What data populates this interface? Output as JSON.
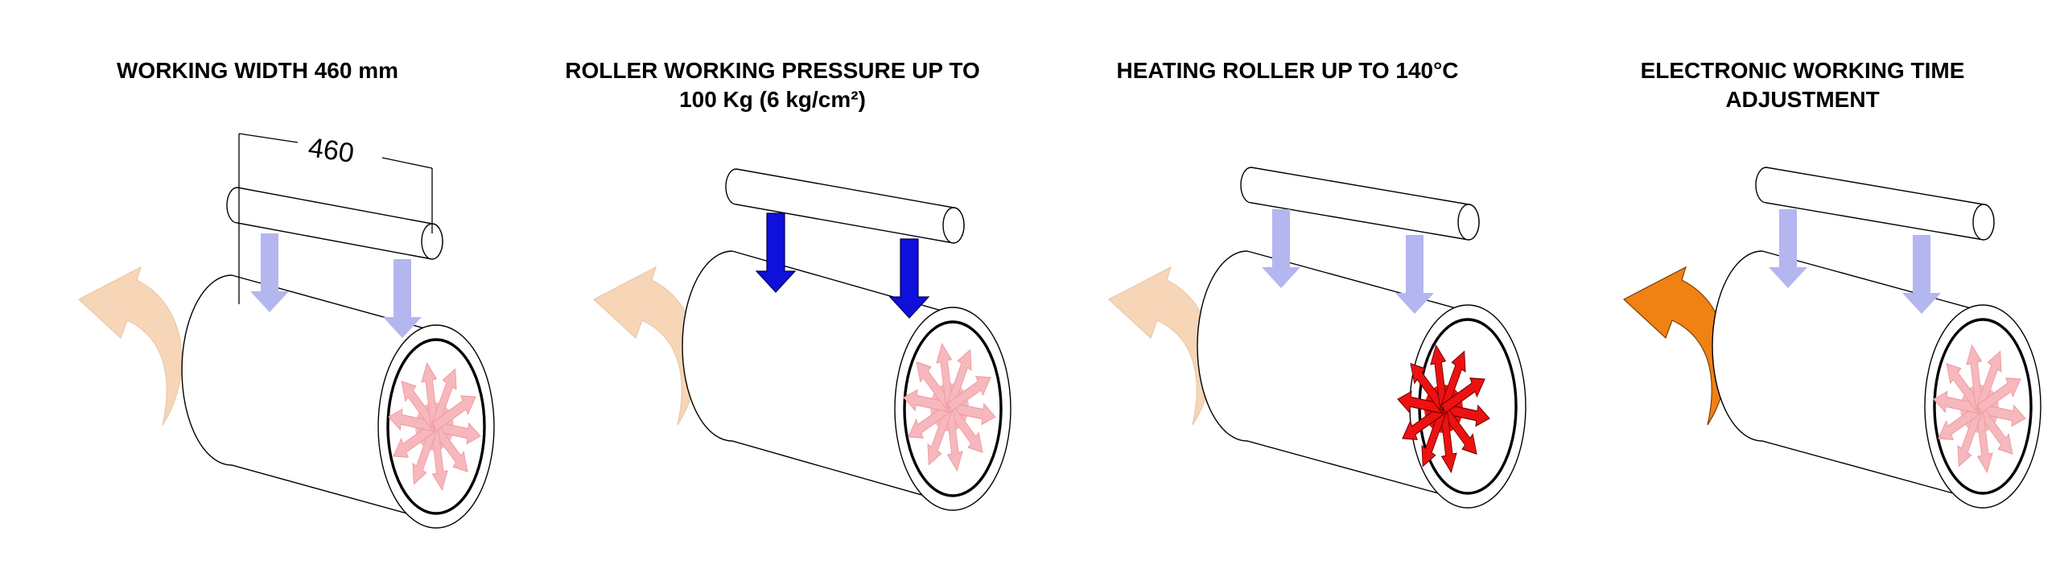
{
  "panels": [
    {
      "title_lines": [
        "WORKING WIDTH 460 mm"
      ],
      "dimension_label": "460",
      "press_arrow_color": "#b4b6f0",
      "rotation_arrow_color": "#f7d6b8",
      "heat_color": "#f6b8bc",
      "heat_outline": "#ef9ba1"
    },
    {
      "title_lines": [
        "ROLLER WORKING PRESSURE UP TO",
        "100 Kg (6 kg/cm²)"
      ],
      "press_arrow_color": "#0f10d9",
      "rotation_arrow_color": "#f7d6b8",
      "heat_color": "#f6b8bc",
      "heat_outline": "#ef9ba1"
    },
    {
      "title_lines": [
        "HEATING ROLLER UP TO 140°C"
      ],
      "press_arrow_color": "#b4b6f0",
      "rotation_arrow_color": "#f7d6b8",
      "heat_color": "#ee1111",
      "heat_outline": "#6b0000"
    },
    {
      "title_lines": [
        "ELECTRONIC WORKING TIME",
        "ADJUSTMENT"
      ],
      "press_arrow_color": "#b4b6f0",
      "rotation_arrow_color": "#f08214",
      "heat_color": "#f6b8bc",
      "heat_outline": "#ef9ba1"
    }
  ]
}
